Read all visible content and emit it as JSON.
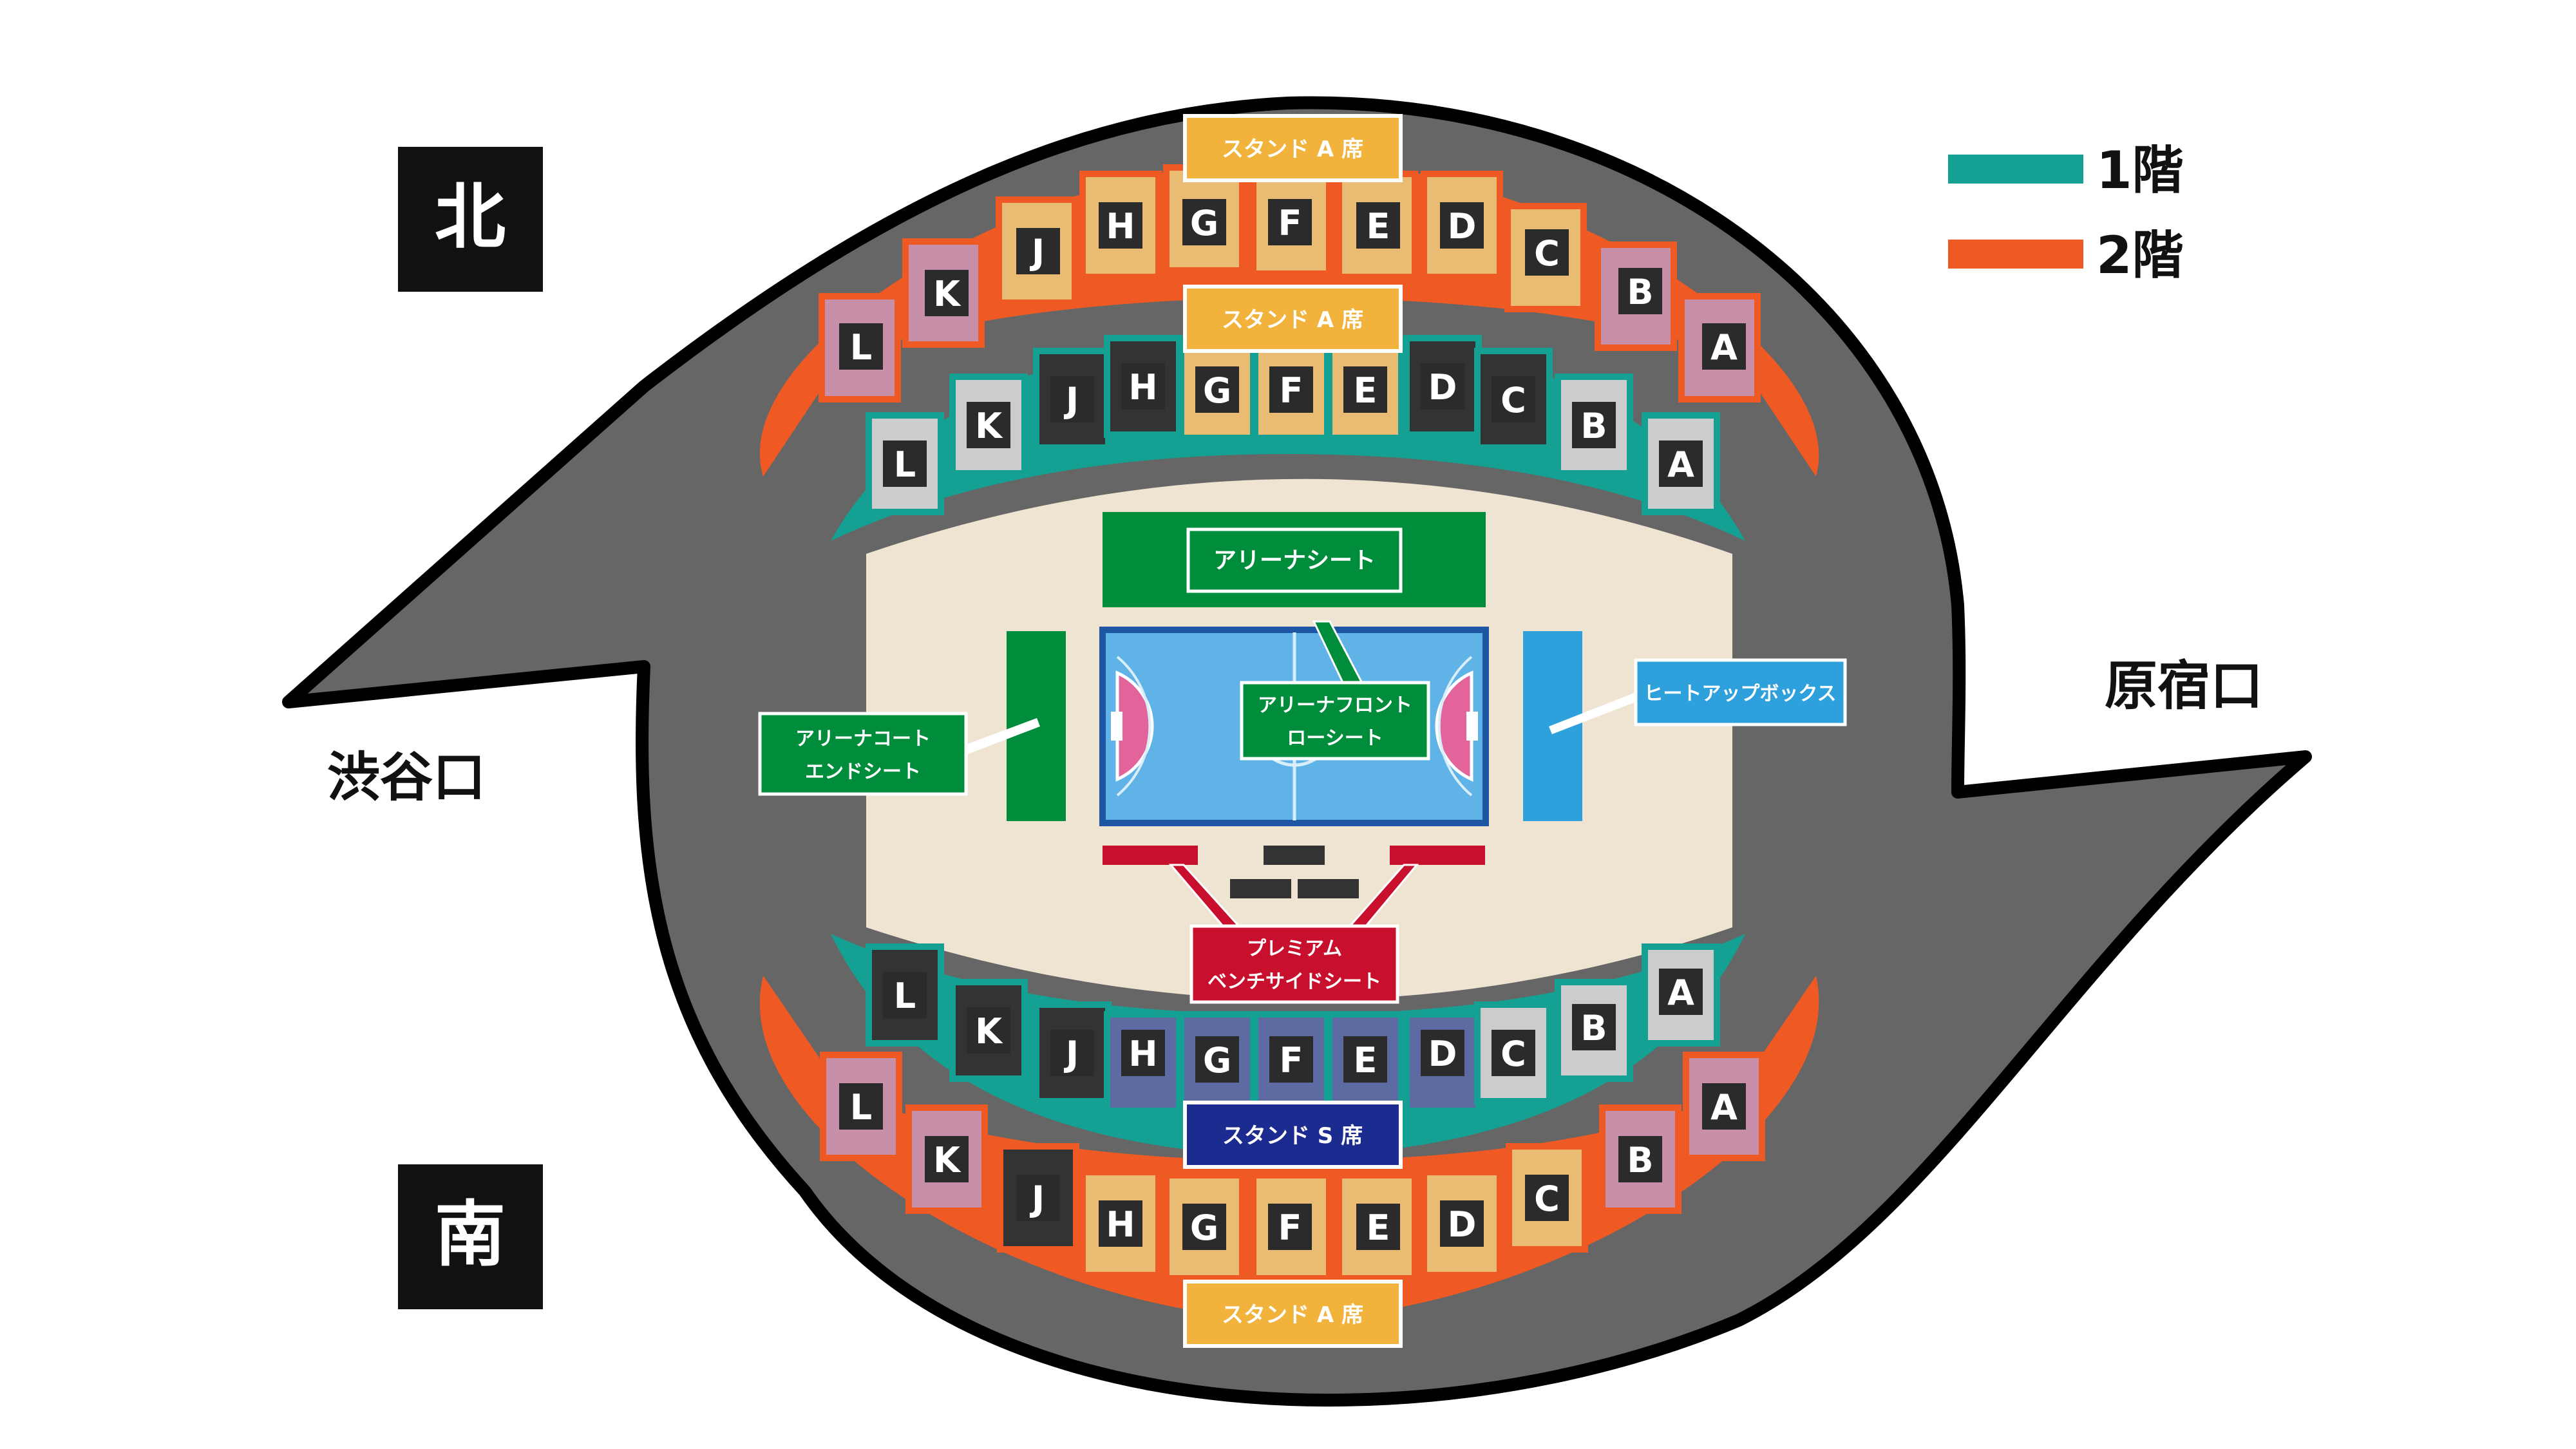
{
  "directions": {
    "north": "北",
    "south": "南",
    "shibuya": "渋谷口",
    "harajuku": "原宿口"
  },
  "legend": [
    {
      "label": "1階",
      "color": "#14a092"
    },
    {
      "label": "2階",
      "color": "#ef5a24"
    }
  ],
  "banners": {
    "stand_a": "スタンド A 席",
    "stand_s": "スタンド S 席"
  },
  "arena": {
    "arena_seat": "アリーナシート",
    "front_row": [
      "アリーナフロント",
      "ローシート"
    ],
    "court_end": [
      "アリーナコート",
      "エンドシート"
    ],
    "heatup_box": "ヒートアップボックス",
    "premium": [
      "プレミアム",
      "ベンチサイドシート"
    ]
  },
  "blocks": {
    "north_upper": [
      "L",
      "K",
      "J",
      "H",
      "G",
      "F",
      "E",
      "D",
      "C",
      "B",
      "A"
    ],
    "north_lower": [
      "L",
      "K",
      "J",
      "H",
      "G",
      "F",
      "E",
      "D",
      "C",
      "B",
      "A"
    ],
    "south_lower": [
      "L",
      "K",
      "J",
      "H",
      "G",
      "F",
      "E",
      "D",
      "C",
      "B",
      "A"
    ],
    "south_upper": [
      "L",
      "K",
      "J",
      "H",
      "G",
      "F",
      "E",
      "D",
      "C",
      "B",
      "A"
    ]
  },
  "colors": {
    "concourse": "#666666",
    "floor": "#efe4d2",
    "upper_outline": "#ef5a24",
    "lower_outline": "#14a092",
    "pink": "#c890a8",
    "orange": "#eabb72",
    "dark": "#333333",
    "light_gray": "#cccccc",
    "green_block": "#8ab055",
    "slate": "#5e6aa2",
    "arena_green": "#008d3b",
    "court_blue": "#5fb3e6",
    "court_frame": "#1f55a5",
    "court_pink": "#e2649a",
    "heatup_blue": "#2ea0dc",
    "premium_red": "#c8102e",
    "stand_a_yellow": "#f2b33d",
    "stand_s_navy": "#1c2b8f"
  }
}
